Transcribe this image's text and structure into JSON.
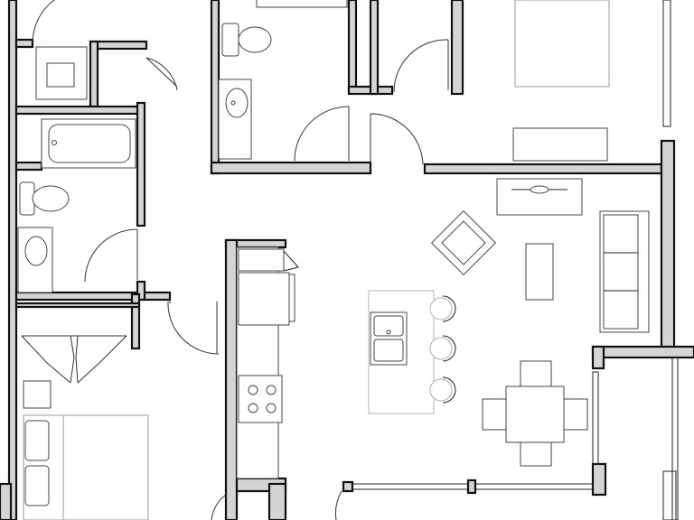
{
  "plan": {
    "kind": "residential floor plan, top-down line drawing",
    "colors": {
      "wall_fill": "#d4d4d4",
      "wall_stroke": "#111111",
      "fixture_stroke": "#444444",
      "background": "#ffffff"
    },
    "rooms": [
      "bathroom-upper",
      "bedroom-upper-right",
      "bathroom-left",
      "closet-left",
      "bedroom-lower-left",
      "kitchen",
      "living-room",
      "dining-area"
    ]
  }
}
